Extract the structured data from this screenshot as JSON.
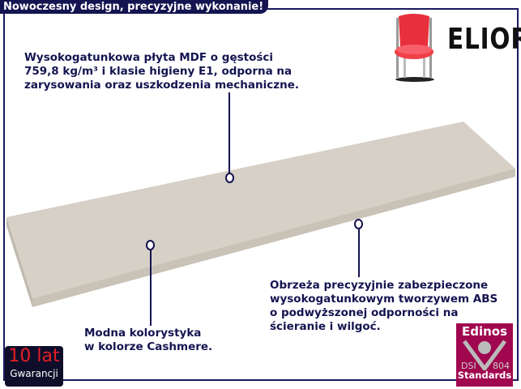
{
  "banner": "Nowoczesny design, precyzyjne wykonanie!",
  "brand": {
    "name": "ELIOR",
    "icon": "chair-icon",
    "chair_color": "#e8303c"
  },
  "callouts": {
    "mdf": [
      "Wysokogatunkowa płyta MDF o gęstości",
      "759,8 kg/m³ i klasie higieny E1, odporna na",
      "zarysowania oraz uszkodzenia mechaniczne."
    ],
    "edges": [
      "Obrzeża precyzyjnie zabezpieczone",
      "wysokogatunkowym tworzywem ABS",
      "o podwyższonej odporności na",
      "ścieranie i wilgoć."
    ],
    "color": [
      "Modna kolorystyka",
      "w kolorze Cashmere."
    ]
  },
  "warranty": {
    "big": "10 lat",
    "small": "Gwarancji"
  },
  "badge": {
    "top": "Edinos",
    "left": "DSI",
    "right": "804",
    "bottom": "Standards"
  },
  "colors": {
    "navy": "#141450",
    "board": "#d6d0c6",
    "badge": "#a0074f"
  }
}
